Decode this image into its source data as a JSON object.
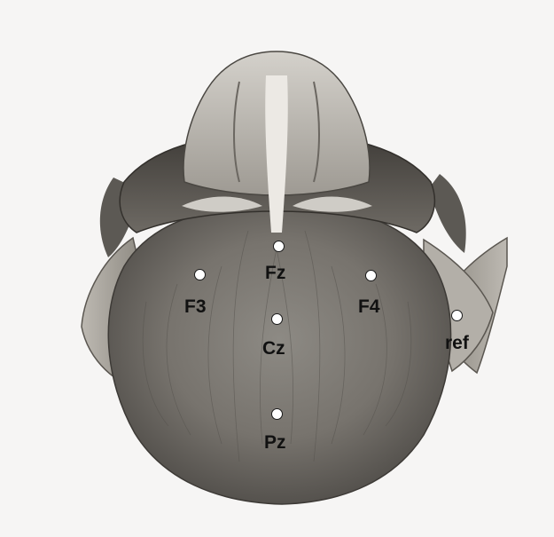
{
  "diagram": {
    "electrodes": [
      {
        "id": "fz",
        "label": "Fz"
      },
      {
        "id": "f3",
        "label": "F3"
      },
      {
        "id": "f4",
        "label": "F4"
      },
      {
        "id": "cz",
        "label": "Cz"
      },
      {
        "id": "pz",
        "label": "Pz"
      },
      {
        "id": "ref",
        "label": "ref"
      }
    ],
    "colors": {
      "background": "#f6f5f4",
      "electrode_fill": "#ffffff",
      "electrode_stroke": "#1a1a1a",
      "label": "#111111"
    }
  }
}
